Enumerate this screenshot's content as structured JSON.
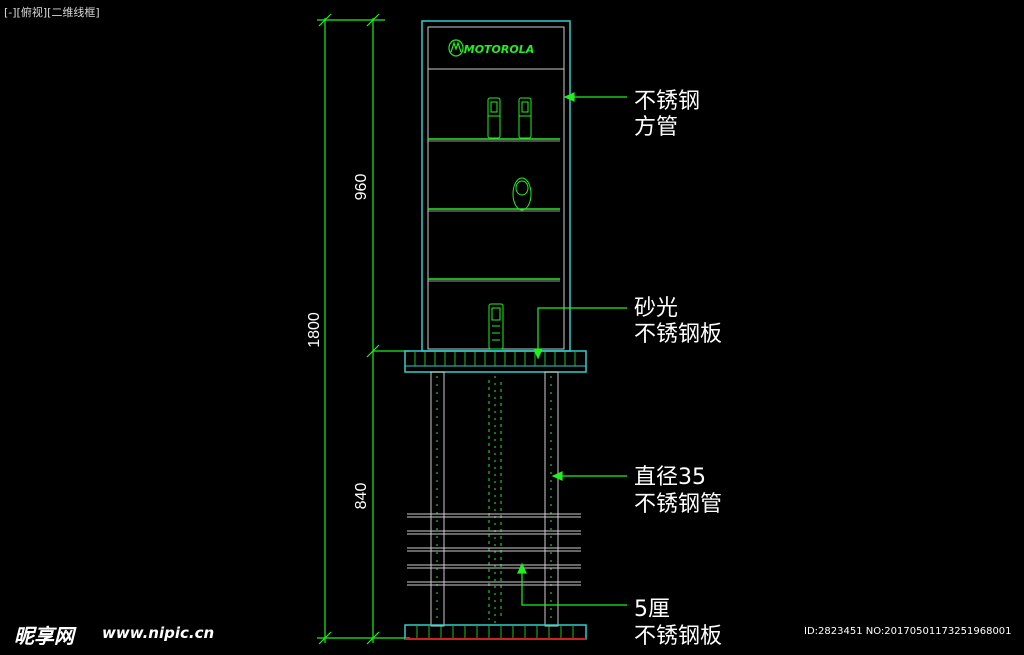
{
  "viewport": {
    "label": "[-][俯视][二维线框]"
  },
  "drawing": {
    "brand": "MOTOROLA",
    "dimensions": {
      "total": "1800",
      "upper": "960",
      "lower": "840"
    },
    "callouts": [
      {
        "line1": "不锈钢",
        "line2": "方管"
      },
      {
        "line1": "砂光",
        "line2": "不锈钢板"
      },
      {
        "line1": "直径35",
        "line2": "不锈钢管"
      },
      {
        "line1": "5厘",
        "line2": "不锈钢板"
      }
    ]
  },
  "watermark": {
    "logo": "昵享网",
    "url": "www.nipic.cn",
    "id": "ID:2823451 NO:20170501173251968001"
  },
  "colors": {
    "background": "#000000",
    "dimension_line": "#22ee22",
    "cabinet_frame": "#33cccc",
    "shelf": "#22ee22",
    "text": "#ffffff"
  }
}
